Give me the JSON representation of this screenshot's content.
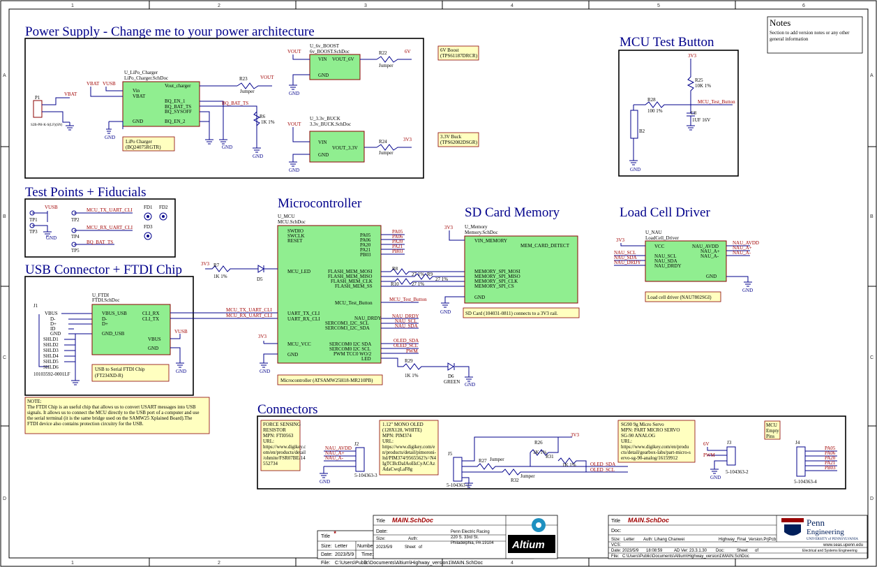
{
  "notes": {
    "title": "Notes",
    "body_line1": "Section to add version notes or any other",
    "body_line2": "general information"
  },
  "sections": {
    "power": "Power Supply - Change me to your power architecture",
    "mcu_button": "MCU Test Button",
    "test_points": "Test Points + Fiducials",
    "microcontroller": "Microcontroller",
    "sd_card": "SD Card Memory",
    "load_cell": "Load Cell Driver",
    "usb": "USB Connector + FTDI Chip",
    "connectors": "Connectors"
  },
  "power": {
    "lipo_designator": "U_LiPo_Charger",
    "lipo_file": "LiPo_Charger.SchDoc",
    "lipo_pins_left": [
      "Vin",
      "VBAT",
      "GND"
    ],
    "lipo_pins_right": [
      "Vout_charger",
      "BQ_EN_1",
      "BQ_BAT_TS",
      "BQ_SYSOFF",
      "BQ_EN_2"
    ],
    "lipo_note_line1": "LiPo Charger",
    "lipo_note_line2": "(BQ24075RGTR)",
    "p1": "P1",
    "p1_part": "S2B-PH-K-S(LF)(SN)",
    "vbat": "VBAT",
    "vusb": "VUSB",
    "vout": "VOUT",
    "r23": "R23",
    "jumper": "Jumper",
    "bq_bat_ts": "BQ_BAT_TS",
    "r6": "R6",
    "r6_val": "1K 1%",
    "boost_designator": "U_6v_BOOST",
    "boost_file": "6v_BOOST.SchDoc",
    "boost_pins": [
      "VIN",
      "VOUT_6V",
      "GND"
    ],
    "boost_note_line1": "6V Boost",
    "boost_note_line2": "(TPS61187DRCR)",
    "r22": "R22",
    "v6": "6V",
    "buck_designator": "U_3.3v_BUCK",
    "buck_file": "3.3v_BUCK.SchDoc",
    "buck_pins": [
      "VIN",
      "VOUT_3.3V",
      "GND"
    ],
    "buck_note_line1": "3.3V Buck",
    "buck_note_line2": "(TPS62082DSGR)",
    "r24": "R24",
    "v3v3": "3V3",
    "gnd": "GND"
  },
  "button": {
    "r25": "R25",
    "r25_val": "10K 1%",
    "r28": "R28",
    "r28_val": "100 1%",
    "c8": "C8",
    "c8_val": "1UF 16V",
    "b2": "B2",
    "net": "MCU_Test_Button"
  },
  "testpoints": {
    "tp1": "TP1",
    "tp2": "TP2",
    "tp3": "TP3",
    "tp4": "TP4",
    "tp5": "TP5",
    "fd1": "FD1",
    "fd2": "FD2",
    "fd3": "FD3",
    "net1": "MCU_TX_UART_CLI",
    "net2": "MCU_RX_UART_CLI",
    "net3": "BQ_BAT_TS"
  },
  "mcu": {
    "designator": "U_MCU",
    "file": "MCU.SchDoc",
    "pins_left": [
      "SWDIO",
      "SWCLK",
      "RESET",
      "MCU_LED",
      "UART_TX_CLI",
      "UART_RX_CLI",
      "MCU_VCC",
      "GND"
    ],
    "pins_right": [
      "PA05",
      "PA06",
      "PA20",
      "PA21",
      "PB03",
      "FLASH_MEM_MOSI",
      "FLASH_MEM_MISO",
      "FLASH_MEM_CLK",
      "FLASH_MEM_SS",
      "MCU_Test_Button",
      "NAU_DRDY",
      "SERCOM3_I2C_SCL",
      "SERCOM3_I2C_SDA",
      "SERCOM0 I2C SDA",
      "SERCOM0 I2C SCL",
      "PWM TCC0 WO/2",
      "LED"
    ],
    "nets_right": [
      "PA05",
      "PA06",
      "PA20",
      "PA21",
      "PB03"
    ],
    "nets_right2": [
      "MCU_Test_Button",
      "NAU_DRDY",
      "NAU_SCL",
      "NAU_SDA",
      "OLED_SDA",
      "OLED_SCL",
      "PWM"
    ],
    "r7": "R7",
    "r7_val": "1K 1%",
    "d5": "D5",
    "r29": "R29",
    "r29_val": "1K 1%",
    "d6": "D6",
    "d6_val": "GREEN",
    "r8": "R8",
    "r9": "R9",
    "r10": "R10",
    "r_val": "27 1%",
    "note": "Microcontroller (ATSAMW25H18-MR210PB)"
  },
  "sd": {
    "designator": "U_Memory",
    "file": "Memory.SchDoc",
    "pins": [
      "VIN_MEMORY",
      "MEMORY_SPI_MOSI",
      "MEMORY_SPI_MISO",
      "MEMORY_SPI_CLK",
      "MEMORY_SPI_CS",
      "GND"
    ],
    "pin_detect": "MEM_CARD_DETECT",
    "note": "SD Card (104031-0811) connects to a 3V3 rail."
  },
  "nau": {
    "designator": "U_NAU",
    "file": "LoadCell_Driver",
    "pins_left": [
      "VCC",
      "NAU_SCL",
      "NAU_SDA",
      "NAU_DRDY"
    ],
    "pins_right": [
      "NAU_AVDD",
      "NAU_A+",
      "NAU_A-",
      "GND"
    ],
    "nets_left": [
      "NAU_SCL",
      "NAU_SDA",
      "NAU_DRDY"
    ],
    "nets_right": [
      "NAU_AVDD",
      "NAU_A+",
      "NAU_A-"
    ],
    "note": "Load cell driver (NAU7802SGI)"
  },
  "usb": {
    "j1": "J1",
    "j1_part": "10103592-0001LF",
    "j1_pins": [
      "VBUS",
      "D-",
      "D+",
      "ID",
      "GND",
      "SHLD1",
      "SHLD2",
      "SHLD3",
      "SHLD4",
      "SHLD5",
      "SHLD6"
    ],
    "ftdi_designator": "U_FTDI",
    "ftdi_file": "FTDI.SchDoc",
    "ftdi_pins_left": [
      "VBUS_USB",
      "D-",
      "D+",
      "GND_USB"
    ],
    "ftdi_pins_right": [
      "CLI_RX",
      "CLI_TX",
      "VBUS",
      "GND"
    ],
    "net_tx": "MCU_TX_UART_CLI",
    "net_rx": "MCU_RX_UART_CLI",
    "note_line1": "USB to Serial FTDI Chip",
    "note_line2": "(FT234XD-R)",
    "big_note": [
      "NOTE:",
      "The FTDI Chip is an useful chip that allows us to convert USART messages into USB",
      "signals. It allows us to connect the MCU directly to the USB port of a computer and use",
      "the serial terminal (it is the same bridge used on the SAMW25 Xplained Board).The",
      "FTDI device also contains protection circuitry for the USB."
    ]
  },
  "connectors": {
    "fsr_note": [
      "FORCE SENSING",
      "RESISTOR",
      "MPN: FTI0563",
      "URL:",
      "https://www.digikey.c",
      "om/en/products/detail",
      "/ohmite/FSR07BE/14",
      "552734"
    ],
    "j2": "J2",
    "j2_part": "5-104363-3",
    "j2_nets": [
      "NAU_AVDD",
      "NAU_A+",
      "NAU_A-"
    ],
    "oled_note": [
      "1.12\" MONO OLED",
      "(128X128, WHITE)",
      "MPN: PIM374",
      "URL:",
      "https://www.digikey.com/e",
      "n/products/detail/pimoroni-",
      "ltd/PIM374/9565562?s=N4",
      "IgTCBcDaIAoEkCyACAz",
      "AdaCwqLaF8g"
    ],
    "j5": "J5",
    "j5_part": "5-104363-3",
    "r27": "R27",
    "r26": "R26",
    "r31": "R31",
    "r32": "R32",
    "r_val": "1K 1%",
    "oled_nets": [
      "OLED_SDA",
      "OLED_SCL"
    ],
    "servo_note": [
      "SG90 9g Micro Servo",
      "MPN: PART MICRO SERVO",
      "SG-90 ANALOG",
      "URL:",
      "https://www.digikey.com/en/produ",
      "cts/detail/gearbox-labs/part-micro-s",
      "ervo-sg-90-analog/16159912"
    ],
    "j3": "J3",
    "j3_part": "5-104363-2",
    "j3_nets": [
      "6V",
      "PWM"
    ],
    "mcu_pins_note": [
      "MCU",
      "Empty",
      "Pins"
    ],
    "j4": "J4",
    "j4_part": "5-104363-4",
    "j4_nets": [
      "PA05",
      "PA06",
      "PA20",
      "PA21",
      "PB03"
    ]
  },
  "titleblock": {
    "title_label": "Title",
    "title_value": "MAIN.SchDoc",
    "size_label": "Size:",
    "size_value": "Letter",
    "number_label": "Number",
    "date_label": "Date:",
    "date_value": "2023/5/9",
    "time_label": "Time:",
    "time_value": "18:08:59",
    "sheet_label": "Sheet",
    "sheet_of": "of",
    "file_label": "File:",
    "file_value": "C:\\Users\\Public\\Documents\\Altium\\Highway_version1\\MAIN.SchDoc",
    "company_line1": "Penn Electric Racing",
    "company_line2": "220 S. 33rd St.",
    "company_line3": "Philadelphia, PA 19104",
    "altium": "Altium",
    "author_label": "Auth:",
    "author_value": "Lihang Chanwei",
    "project_value": "Highway_Final_Version.PrjPcb",
    "penn_line1": "Penn",
    "penn_line2": "Engineering",
    "penn_line3": "UNIVERSITY of PENNSYLVANIA",
    "url": "www.seas.upenn.edu",
    "dept": "Electrical and Systems Engineering",
    "vcs": "VCS:",
    "ad_ver": "AD Ver:",
    "ad_ver_value": "23.3.1.30",
    "doc_label": "Doc:"
  },
  "border": {
    "cols": [
      "1",
      "2",
      "3",
      "4",
      "5",
      "6"
    ],
    "rows": [
      "A",
      "B",
      "C",
      "D"
    ]
  },
  "colors": {
    "wire": "#00008b",
    "component": "#90ee90",
    "outline": "#8b0000",
    "note": "#ffffc0",
    "title": "#00008b"
  }
}
